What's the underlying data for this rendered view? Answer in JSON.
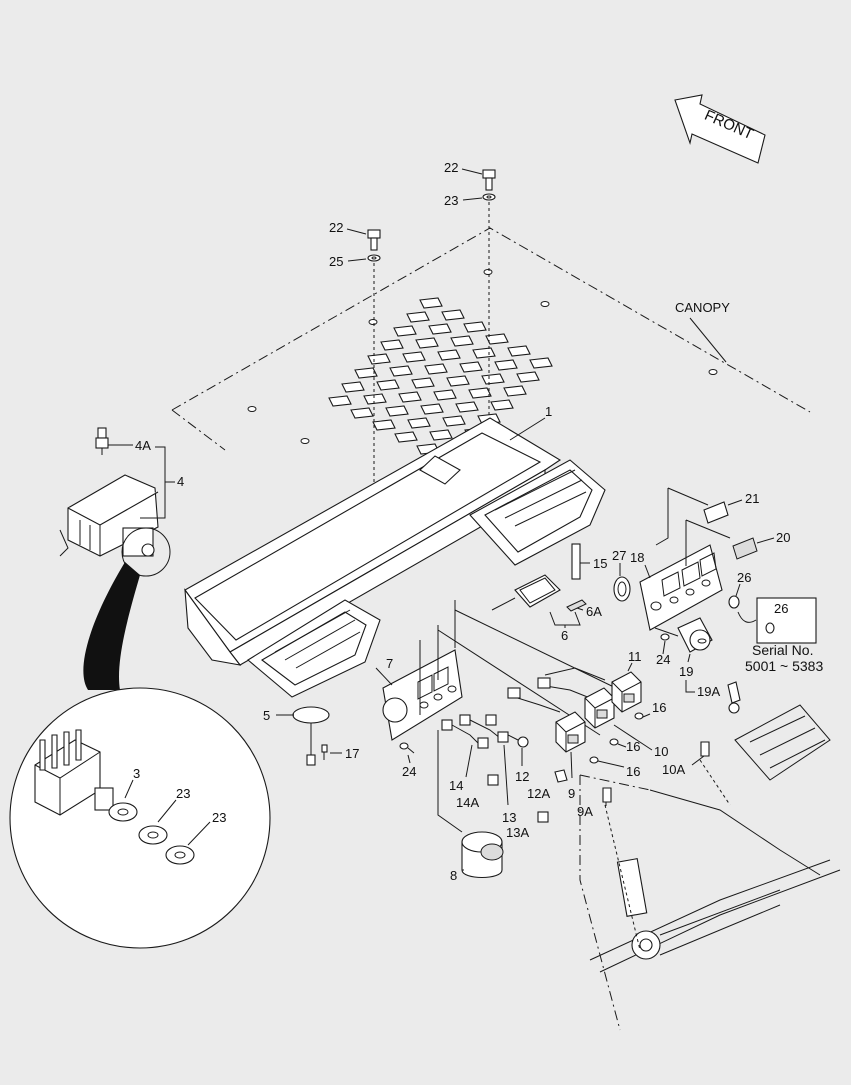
{
  "diagram": {
    "direction_label": "FRONT",
    "canopy_label": "CANOPY",
    "serial_note": {
      "title": "Serial No.",
      "range": "5001 ~ 5383",
      "part": "26"
    },
    "callouts": {
      "c1": "1",
      "c3": "3",
      "c4": "4",
      "c4A": "4A",
      "c5": "5",
      "c6": "6",
      "c6A": "6A",
      "c7": "7",
      "c8": "8",
      "c9": "9",
      "c9A": "9A",
      "c10": "10",
      "c10A": "10A",
      "c11": "11",
      "c12": "12",
      "c12A": "12A",
      "c13": "13",
      "c13A": "13A",
      "c14": "14",
      "c14A": "14A",
      "c15": "15",
      "c16a": "16",
      "c16b": "16",
      "c16c": "16",
      "c17": "17",
      "c18": "18",
      "c19": "19",
      "c19A": "19A",
      "c20": "20",
      "c21": "21",
      "c22a": "22",
      "c22b": "22",
      "c23a": "23",
      "c23b": "23",
      "c23c": "23",
      "c24a": "24",
      "c24b": "24",
      "c25": "25",
      "c26": "26",
      "c27": "27"
    }
  }
}
